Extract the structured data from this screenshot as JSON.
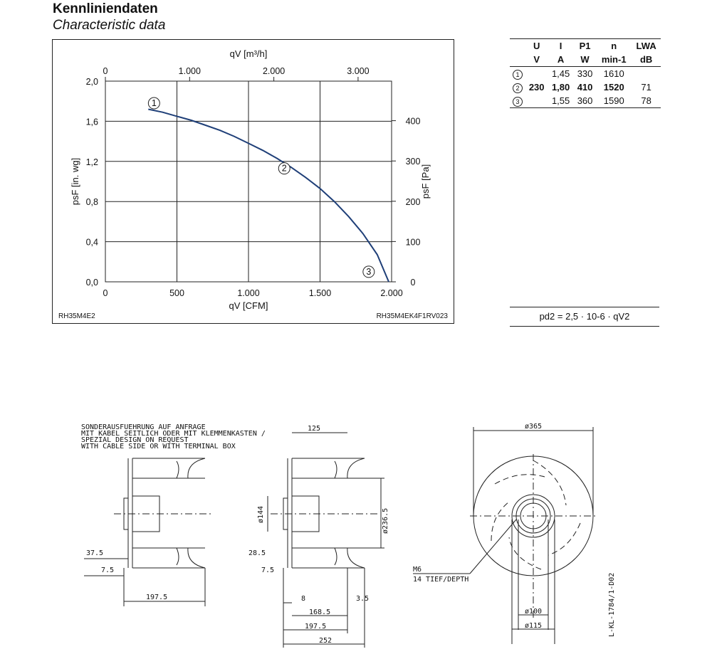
{
  "header": {
    "title_de": "Kennliniendaten",
    "title_en": "Characteristic data"
  },
  "chart_data": {
    "type": "line",
    "x_top_label": "qV [m³/h]",
    "x_top_ticks": [
      "0",
      "1.000",
      "2.000",
      "3.000"
    ],
    "x_bottom_label": "qV [CFM]",
    "x_bottom_ticks": [
      "0",
      "500",
      "1.000",
      "1.500",
      "2.000"
    ],
    "xlim_cfm": [
      0,
      2000
    ],
    "y_left_label": "psF [in. wg]",
    "y_left_ticks": [
      "0,0",
      "0,4",
      "0,8",
      "1,2",
      "1,6",
      "2,0"
    ],
    "ylim_inwg": [
      0,
      2.0
    ],
    "y_right_label": "psF [Pa]",
    "y_right_ticks": [
      "0",
      "100",
      "200",
      "300",
      "400"
    ],
    "grid": true,
    "series": [
      {
        "x": [
          300,
          400,
          500,
          600,
          700,
          800,
          900,
          1000,
          1100,
          1200,
          1300,
          1400,
          1500,
          1600,
          1700,
          1800,
          1900,
          1980
        ],
        "y": [
          1.72,
          1.69,
          1.65,
          1.61,
          1.56,
          1.51,
          1.45,
          1.38,
          1.31,
          1.23,
          1.14,
          1.04,
          0.93,
          0.8,
          0.65,
          0.48,
          0.27,
          0.0
        ]
      }
    ],
    "markers": [
      {
        "label": "1",
        "x": 340,
        "y": 1.78
      },
      {
        "label": "2",
        "x": 1250,
        "y": 1.13
      },
      {
        "label": "3",
        "x": 1840,
        "y": 0.1
      }
    ],
    "footer_left": "RH35M4E2",
    "footer_right": "RH35M4EK4F1RV023"
  },
  "spec_table": {
    "head1": [
      "",
      "U",
      "I",
      "P1",
      "n",
      "LWA"
    ],
    "head2": [
      "",
      "V",
      "A",
      "W",
      "min-1",
      "dB"
    ],
    "rows": [
      {
        "id": "1",
        "cells": [
          "",
          "1,45",
          "330",
          "1610",
          ""
        ]
      },
      {
        "id": "2",
        "cells": [
          "230",
          "1,80",
          "410",
          "1520",
          "71"
        ]
      },
      {
        "id": "3",
        "cells": [
          "",
          "1,55",
          "360",
          "1590",
          "78"
        ]
      }
    ]
  },
  "formula": "pd2 = 2,5 · 10-6 · qV2",
  "drawing": {
    "note_lines": [
      "SONDERAUSFUEHRUNG AUF ANFRAGE",
      "MIT KABEL SEITLICH ODER MIT KLEMMENKASTEN /",
      "SPEZIAL DESIGN ON REQUEST",
      "WITH CABLE SIDE OR WITH TERMINAL BOX"
    ],
    "dims_left": [
      "37.5",
      "7.5",
      "197.5"
    ],
    "dims_mid": [
      "125",
      "ø144",
      "ø236.5",
      "28.5",
      "7.5",
      "8",
      "3.5",
      "168.5",
      "197.5",
      "252"
    ],
    "dims_right": [
      "ø365",
      "ø100",
      "ø115"
    ],
    "thread_label_1": "M6",
    "thread_label_2": "14 TIEF/DEPTH",
    "drawing_code": "L-KL-1784/1-D02"
  }
}
